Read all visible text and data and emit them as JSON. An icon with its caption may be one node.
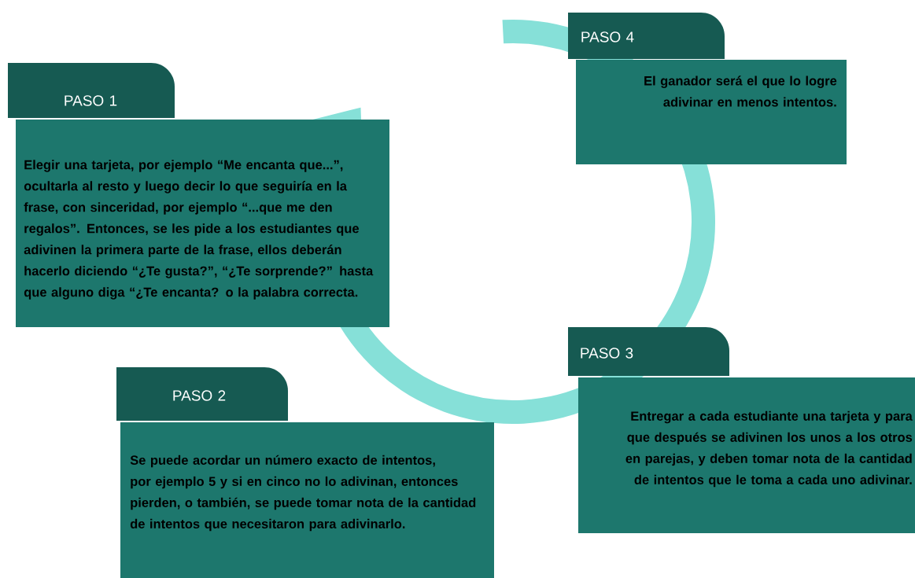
{
  "diagram": {
    "nodes": [
      {
        "text": [
          "PASO 1"
        ]
      },
      {
        "text": [
          "Elegir una tarjeta,  por ejemplo “Me encanta que...”, ocultarla al resto y luego decir lo que seguiría en la frase, con sinceridad, por ejemplo “...que me den regalos”. Entonces, se  les pide a los estudiantes que adivinen la primera parte de la frase, ellos deberán hacerlo diciendo “¿Te gusta?”, “¿Te sorprende?” hasta que alguno diga “¿Te encanta? o la palabra correcta."
        ]
      },
      {
        "text": [
          "PASO 2"
        ]
      },
      {
        "text": [
          "Se puede acordar un número exacto de intentos, por ejemplo 5 y si en cinco no lo adivinan, entonces pierden, o  también, se puede tomar nota de la cantidad de intentos que necesitaron para adivinarlo."
        ]
      },
      {
        "text": [
          "PASO 3"
        ]
      },
      {
        "text": [
          "Entregar a cada estudiante una tarjeta y para que después se adivinen los unos a los otros en parejas, y deben tomar  nota de la cantidad de intentos que le toma a cada uno adivinar."
        ]
      },
      {
        "text": [
          "PASO 4"
        ]
      },
      {
        "text": [
          "El ganador será el que lo logre adivinar en menos intentos."
        ]
      }
    ]
  }
}
